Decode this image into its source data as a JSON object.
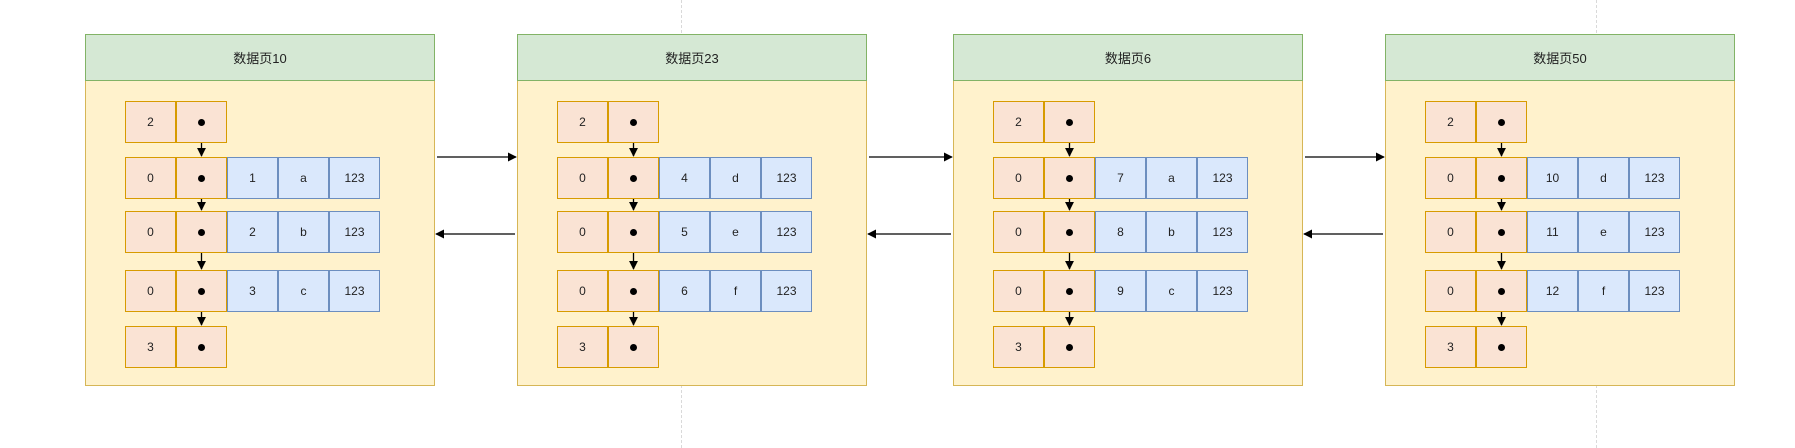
{
  "pages": [
    {
      "title": "数据页10",
      "header_record": {
        "n_owned": "2"
      },
      "records": [
        {
          "n_owned": "0",
          "id": "1",
          "c": "a",
          "v": "123"
        },
        {
          "n_owned": "0",
          "id": "2",
          "c": "b",
          "v": "123"
        },
        {
          "n_owned": "0",
          "id": "3",
          "c": "c",
          "v": "123"
        }
      ],
      "tail_record": {
        "n_owned": "3"
      }
    },
    {
      "title": "数据页23",
      "header_record": {
        "n_owned": "2"
      },
      "records": [
        {
          "n_owned": "0",
          "id": "4",
          "c": "d",
          "v": "123"
        },
        {
          "n_owned": "0",
          "id": "5",
          "c": "e",
          "v": "123"
        },
        {
          "n_owned": "0",
          "id": "6",
          "c": "f",
          "v": "123"
        }
      ],
      "tail_record": {
        "n_owned": "3"
      }
    },
    {
      "title": "数据页6",
      "header_record": {
        "n_owned": "2"
      },
      "records": [
        {
          "n_owned": "0",
          "id": "7",
          "c": "a",
          "v": "123"
        },
        {
          "n_owned": "0",
          "id": "8",
          "c": "b",
          "v": "123"
        },
        {
          "n_owned": "0",
          "id": "9",
          "c": "c",
          "v": "123"
        }
      ],
      "tail_record": {
        "n_owned": "3"
      }
    },
    {
      "title": "数据页50",
      "header_record": {
        "n_owned": "2"
      },
      "records": [
        {
          "n_owned": "0",
          "id": "10",
          "c": "d",
          "v": "123"
        },
        {
          "n_owned": "0",
          "id": "11",
          "c": "e",
          "v": "123"
        },
        {
          "n_owned": "0",
          "id": "12",
          "c": "f",
          "v": "123"
        }
      ],
      "tail_record": {
        "n_owned": "3"
      }
    }
  ]
}
